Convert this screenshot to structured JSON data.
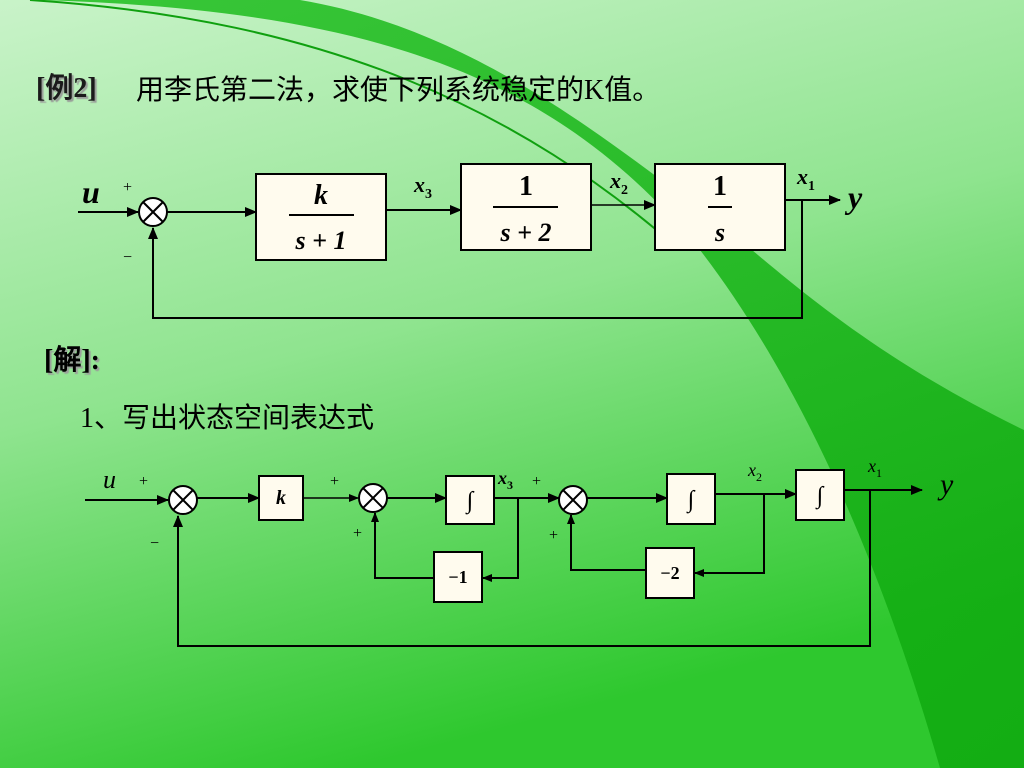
{
  "colors": {
    "background_light": "#c8f2c8",
    "background_mid": "#7fe07f",
    "background_dark": "#22c322",
    "swoosh": "#14b414",
    "block_fill": "#fffbee"
  },
  "header": {
    "example_tag": "[例2]",
    "problem": "用李氏第二法，求使下列系统稳定的K值。"
  },
  "diagram1": {
    "input": "u",
    "output": "y",
    "sum_plus": "+",
    "sum_minus": "−",
    "block1": {
      "num": "k",
      "den": "s + 1"
    },
    "block2": {
      "num": "1",
      "den": "s + 2"
    },
    "block3": {
      "num": "1",
      "den": "s"
    },
    "x3": "x",
    "x3_sub": "3",
    "x2": "x",
    "x2_sub": "2",
    "x1": "x",
    "x1_sub": "1"
  },
  "solution": {
    "tag": "[解]:",
    "step1": "1、写出状态空间表达式"
  },
  "diagram2": {
    "input": "u",
    "output": "y",
    "plus": "+",
    "minus": "−",
    "gain_k": "k",
    "integrator": "∫",
    "fb1": "−1",
    "fb2": "−2",
    "x3": "x",
    "x3_sub": "3",
    "x2": "x",
    "x2_sub": "2",
    "x1": "x",
    "x1_sub": "1"
  }
}
